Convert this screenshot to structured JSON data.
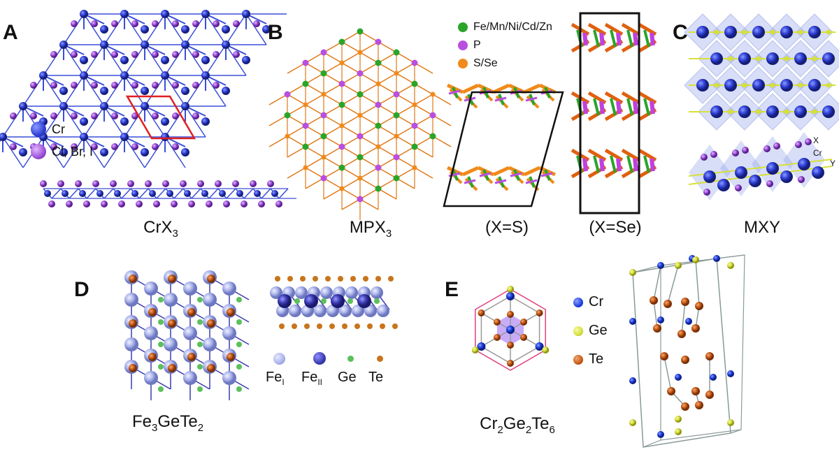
{
  "panels": {
    "A": {
      "label": "A",
      "caption_main": "CrX",
      "caption_sub": "3",
      "legend": [
        {
          "label": "Cr",
          "color": "#2f3fd6"
        },
        {
          "label": "Cl, Br, I",
          "color": "#9b4fd6"
        }
      ]
    },
    "B": {
      "label": "B",
      "captions": [
        {
          "main": "MPX",
          "sub": "3"
        },
        {
          "main": "(X=S)",
          "sub": ""
        },
        {
          "main": "(X=Se)",
          "sub": ""
        }
      ],
      "legend": [
        {
          "label": "Fe/Mn/Ni/Cd/Zn",
          "color": "#2aa52a"
        },
        {
          "label": "P",
          "color": "#b84fe0"
        },
        {
          "label": "S/Se",
          "color": "#f08a1a"
        }
      ]
    },
    "C": {
      "label": "C",
      "caption": "MXY",
      "atom_labels": [
        "X",
        "Cr",
        "Y"
      ]
    },
    "D": {
      "label": "D",
      "caption_parts": [
        "Fe",
        "3",
        "GeTe",
        "2"
      ],
      "legend": [
        {
          "main": "Fe",
          "sub": "I",
          "color": "#a9b2ea"
        },
        {
          "main": "Fe",
          "sub": "II",
          "color": "#3a3ab0"
        },
        {
          "main": "Ge",
          "sub": "",
          "color": "#5cc05c"
        },
        {
          "main": "Te",
          "sub": "",
          "color": "#c8741c"
        }
      ]
    },
    "E": {
      "label": "E",
      "caption_parts": [
        "Cr",
        "2",
        "Ge",
        "2",
        "Te",
        "6"
      ],
      "legend": [
        {
          "label": "Cr",
          "color": "#1f3fe0"
        },
        {
          "label": "Ge",
          "color": "#d6e03a"
        },
        {
          "label": "Te",
          "color": "#c85a14"
        }
      ]
    }
  }
}
